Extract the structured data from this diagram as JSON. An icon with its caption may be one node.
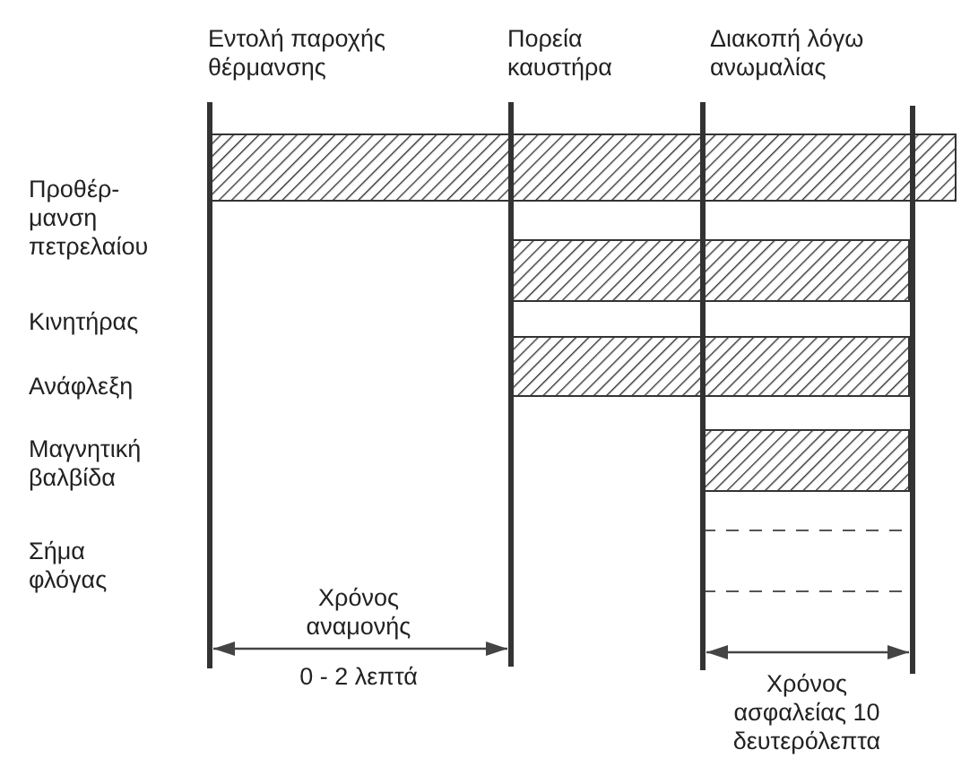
{
  "diagram": {
    "nodes": [
      {
        "text": [],
        "shape": "bar"
      },
      {
        "text": [],
        "shape": "bar"
      },
      {
        "text": [],
        "shape": "bar"
      },
      {
        "text": [],
        "shape": "bar"
      }
    ],
    "labels": [
      "Εντολή παροχής θέρμανσης",
      "Πορεία καυστήρα",
      "Διακοπή λόγω ανωμαλίας",
      "Προθέρ- μανση πετρελαίου",
      "Κινητήρας",
      "Ανάφλεξη",
      "Μαγνητική βαλβίδα",
      "Σήμα φλόγας",
      "Χρόνος αναμονής",
      "0 - 2 λεπτά",
      "Χρόνος ασφαλείας 10 δευτερόλεπτα"
    ]
  }
}
